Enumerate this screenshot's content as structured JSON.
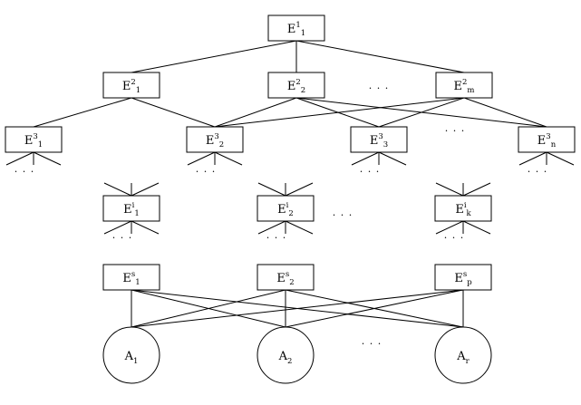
{
  "nodes": [
    {
      "id": "E1_1",
      "kind": "box",
      "base": "E",
      "sup": "1",
      "sub": "1"
    },
    {
      "id": "E2_1",
      "kind": "box",
      "base": "E",
      "sup": "2",
      "sub": "1"
    },
    {
      "id": "E2_2",
      "kind": "box",
      "base": "E",
      "sup": "2",
      "sub": "2"
    },
    {
      "id": "E2_m",
      "kind": "box",
      "base": "E",
      "sup": "2",
      "sub": "m"
    },
    {
      "id": "E3_1",
      "kind": "box",
      "base": "E",
      "sup": "3",
      "sub": "1"
    },
    {
      "id": "E3_2",
      "kind": "box",
      "base": "E",
      "sup": "3",
      "sub": "2"
    },
    {
      "id": "E3_3",
      "kind": "box",
      "base": "E",
      "sup": "3",
      "sub": "3"
    },
    {
      "id": "E3_n",
      "kind": "box",
      "base": "E",
      "sup": "3",
      "sub": "n"
    },
    {
      "id": "Ei_1",
      "kind": "box",
      "base": "E",
      "sup": "i",
      "sub": "1"
    },
    {
      "id": "Ei_2",
      "kind": "box",
      "base": "E",
      "sup": "i",
      "sub": "2"
    },
    {
      "id": "Ei_k",
      "kind": "box",
      "base": "E",
      "sup": "i",
      "sub": "k"
    },
    {
      "id": "Es_1",
      "kind": "box",
      "base": "E",
      "sup": "s",
      "sub": "1"
    },
    {
      "id": "Es_2",
      "kind": "box",
      "base": "E",
      "sup": "s",
      "sub": "2"
    },
    {
      "id": "Es_p",
      "kind": "box",
      "base": "E",
      "sup": "s",
      "sub": "p"
    },
    {
      "id": "A1",
      "kind": "circle",
      "base": "A",
      "sup": "",
      "sub": "1"
    },
    {
      "id": "A2",
      "kind": "circle",
      "base": "A",
      "sup": "",
      "sub": "2"
    },
    {
      "id": "Ar",
      "kind": "circle",
      "base": "A",
      "sup": "",
      "sub": "r"
    }
  ],
  "edges": [
    [
      "E1_1",
      "E2_1"
    ],
    [
      "E1_1",
      "E2_2"
    ],
    [
      "E1_1",
      "E2_m"
    ],
    [
      "E2_1",
      "E3_1"
    ],
    [
      "E2_1",
      "E3_2"
    ],
    [
      "E2_2",
      "E3_2"
    ],
    [
      "E2_2",
      "E3_3"
    ],
    [
      "E2_2",
      "E3_n"
    ],
    [
      "E2_m",
      "E3_2"
    ],
    [
      "E2_m",
      "E3_3"
    ],
    [
      "E2_m",
      "E3_n"
    ],
    [
      "Es_1",
      "A1"
    ],
    [
      "Es_1",
      "A2"
    ],
    [
      "Es_1",
      "Ar"
    ],
    [
      "Es_2",
      "A1"
    ],
    [
      "Es_2",
      "A2"
    ],
    [
      "Es_2",
      "Ar"
    ],
    [
      "Es_p",
      "A1"
    ],
    [
      "Es_p",
      "A2"
    ],
    [
      "Es_p",
      "Ar"
    ]
  ],
  "ellipsis": "…",
  "dots_pattern": ". . ."
}
